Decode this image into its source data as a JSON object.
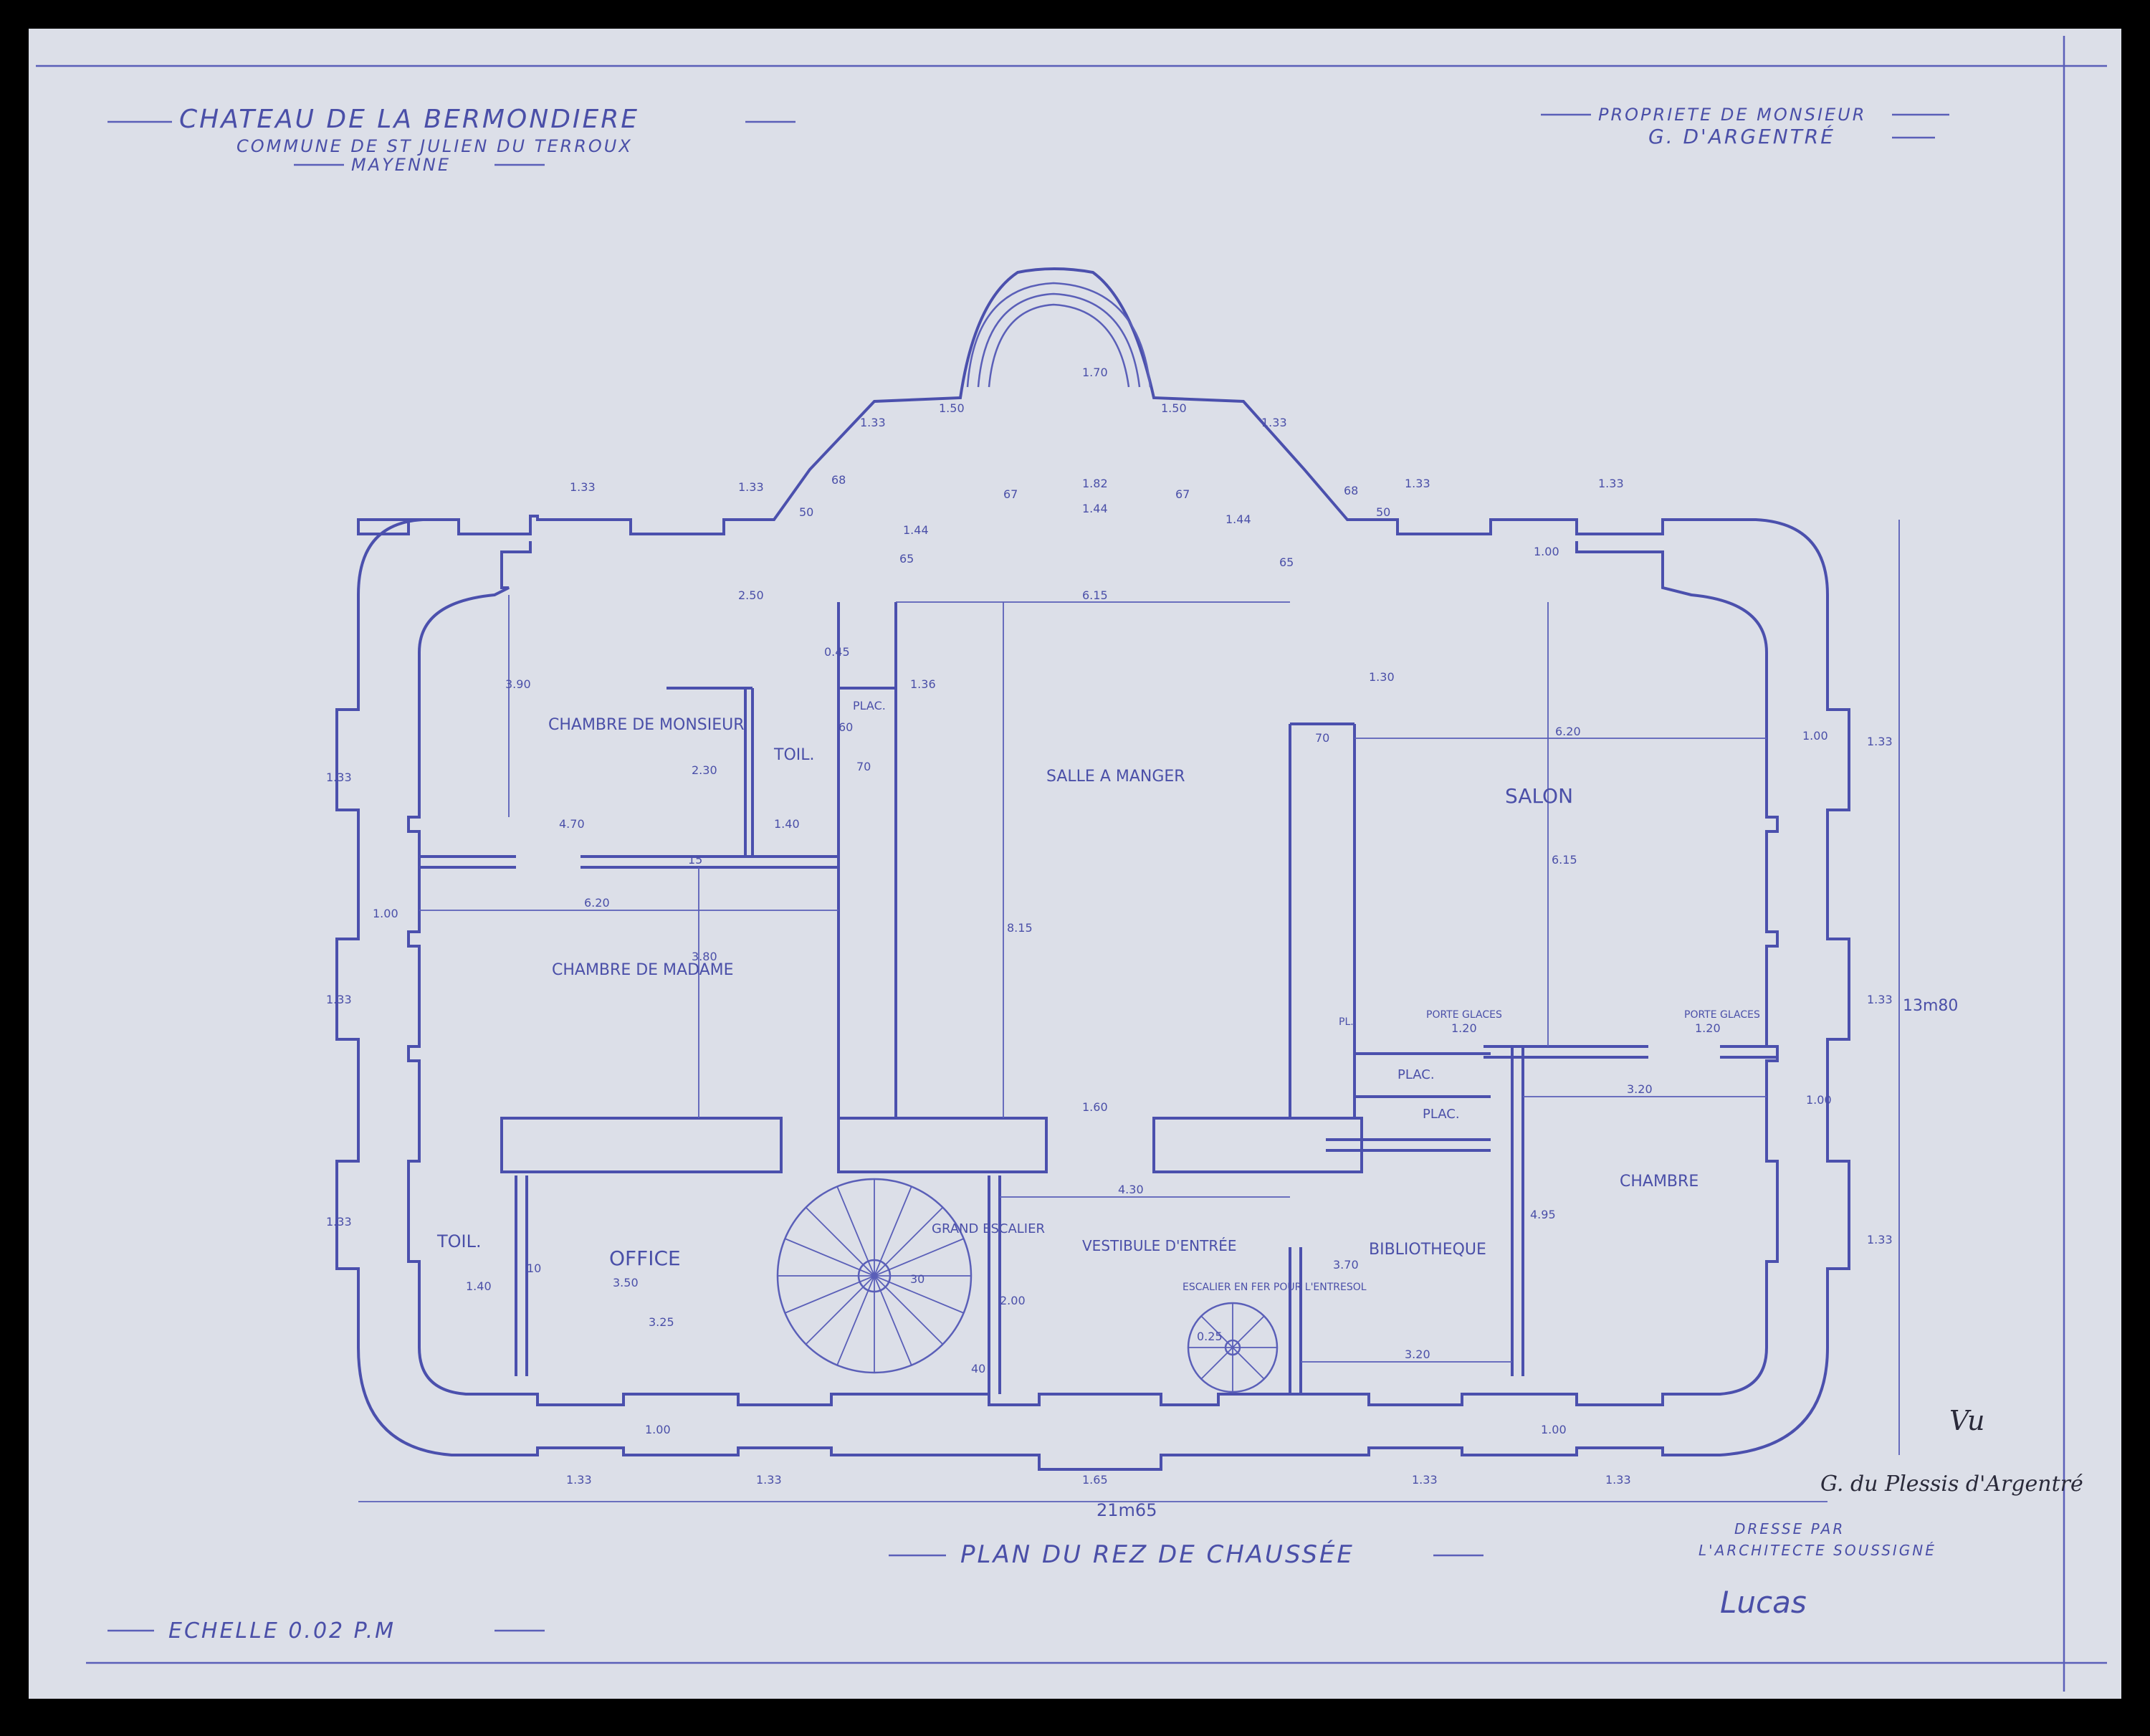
{
  "header_left": {
    "title": "CHATEAU DE LA BERMONDIERE",
    "commune": "COMMUNE DE ST JULIEN DU TERROUX",
    "department": "MAYENNE"
  },
  "header_right": {
    "line1": "PROPRIETE DE MONSIEUR",
    "line2": "G. D'ARGENTRÉ"
  },
  "plan_title": "PLAN DU REZ DE CHAUSSÉE",
  "scale": "ECHELLE 0.02 P.M",
  "signature_block": {
    "line1": "DRESSE PAR",
    "line2": "L'ARCHITECTE SOUSSIGNÉ",
    "signature": "Lucas"
  },
  "approval": {
    "vu": "Vu",
    "signature": "G. du Plessis d'Argentré"
  },
  "rooms": {
    "chambre_monsieur": "CHAMBRE DE MONSIEUR",
    "toil_top": "TOIL.",
    "plac_top": "PLAC.",
    "salle_a_manger": "SALLE A MANGER",
    "salon": "SALON",
    "chambre_madame": "CHAMBRE DE MADAME",
    "toil_bottom": "TOIL.",
    "office": "OFFICE",
    "grand_escalier": "GRAND ESCALIER",
    "vestibule": "VESTIBULE D'ENTRÉE",
    "escalier_fer": "ESCALIER EN FER POUR L'ENTRESOL",
    "bibliotheque": "BIBLIOTHEQUE",
    "chambre": "CHAMBRE",
    "plac_1": "PLAC.",
    "plac_2": "PLAC.",
    "pl": "PL.",
    "porte_glaces_1": "PORTE GLACES",
    "porte_glaces_2": "PORTE GLACES"
  },
  "dimensions": {
    "d133_tl1": "1.33",
    "d133_tl2": "1.33",
    "d133_tr1": "1.33",
    "d133_tr2": "1.33",
    "d133_bl1": "1.33",
    "d133_bl2": "1.33",
    "d133_br1": "1.33",
    "d133_br2": "1.33",
    "d133_arc_l": "1.33",
    "d133_arc_r": "1.33",
    "d170": "1.70",
    "d150_l": "1.50",
    "d150_r": "1.50",
    "d182": "1.82",
    "d144": "1.44",
    "d144_l": "1.44",
    "d144_r": "1.44",
    "d250": "2.50",
    "d615": "6.15",
    "d620_top": "6.20",
    "d620_mid": "6.20",
    "d390": "3.90",
    "d470": "4.70",
    "d140_top": "1.40",
    "d230": "2.30",
    "d380": "3.80",
    "d815": "8.15",
    "d615v": "6.15",
    "d320_r": "3.20",
    "d495": "4.95",
    "d370": "3.70",
    "d320_b": "3.20",
    "d430": "4.30",
    "d160": "1.60",
    "d165": "1.65",
    "d140_b": "1.40",
    "d350": "3.50",
    "d325": "3.25",
    "d200": "2.00",
    "d2165": "21m65",
    "d1380": "13m80",
    "d120_a": "1.20",
    "d120_b": "1.20",
    "d100_a": "1.00",
    "d100_b": "1.00",
    "d100_c": "1.00",
    "d100_d": "1.00",
    "d100_e": "1.00",
    "d100_f": "1.00",
    "d60": "60",
    "d40": "40",
    "d30": "30",
    "d70_a": "70",
    "d70_b": "70",
    "d10": "10",
    "d15": "15",
    "d25": "0.25",
    "d45": "0.45",
    "d130": "1.30",
    "d136": "1.36",
    "d133_v1": "1.33",
    "d133_v2": "1.33",
    "d133_v3": "1.33",
    "d133_v4": "1.33",
    "d133_v5": "1.33",
    "d133_v6": "1.33",
    "d65_a": "65",
    "d65_b": "65",
    "d67_a": "67",
    "d67_b": "67",
    "d68_a": "68",
    "d68_b": "68",
    "d50_a": "50",
    "d50_b": "50"
  }
}
